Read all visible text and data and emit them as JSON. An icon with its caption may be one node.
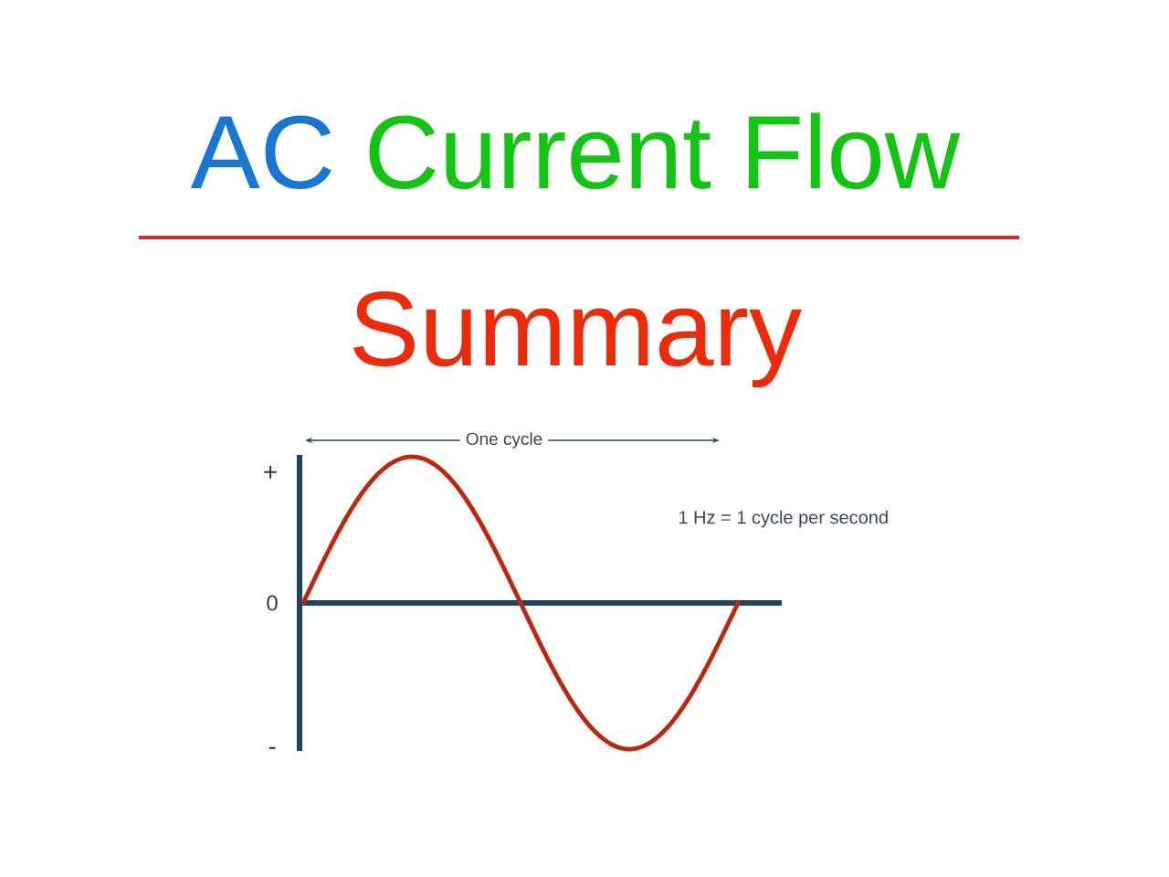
{
  "diagram": {
    "labels": [
      "AC",
      "Current Flow",
      "Summary",
      "One cycle",
      "+",
      "1 Hz = 1 cycle per second",
      "0",
      "-"
    ]
  }
}
